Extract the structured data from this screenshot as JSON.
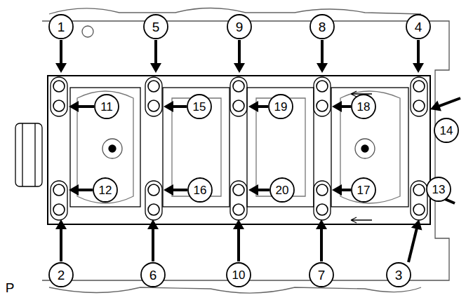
{
  "diagram": {
    "labels": [
      "1",
      "5",
      "9",
      "8",
      "4",
      "11",
      "15",
      "19",
      "18",
      "14",
      "13",
      "12",
      "16",
      "20",
      "17",
      "2",
      "6",
      "10",
      "7",
      "3",
      "P"
    ]
  }
}
